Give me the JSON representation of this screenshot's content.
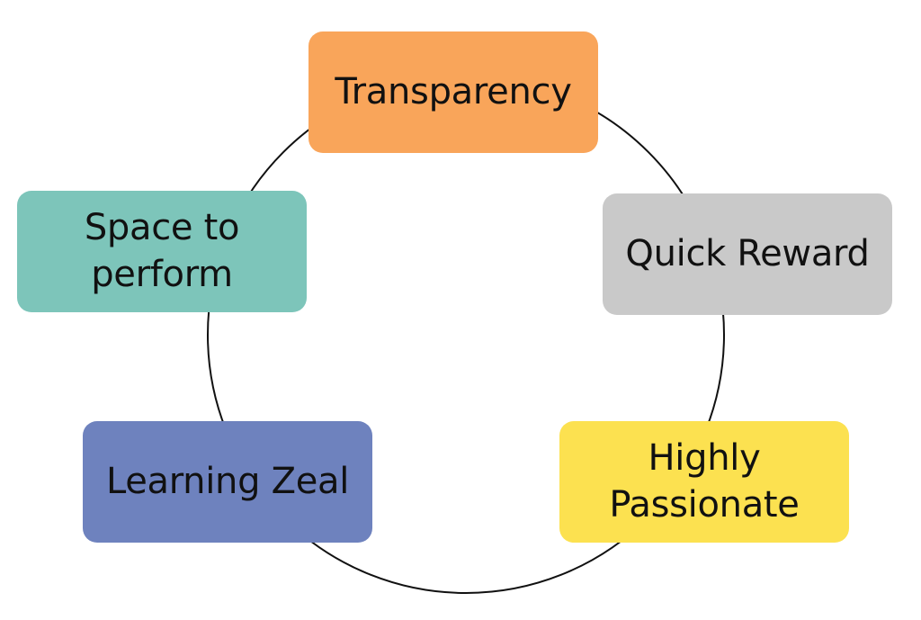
{
  "diagram": {
    "type": "cycle",
    "ring_color": "#111111",
    "nodes": [
      {
        "id": "transparency",
        "label": "Transparency",
        "color": "#F9A55A"
      },
      {
        "id": "quick-reward",
        "label": "Quick Reward",
        "color": "#C9C9C9"
      },
      {
        "id": "highly-passionate",
        "label": "Highly\nPassionate",
        "color": "#FCE150"
      },
      {
        "id": "learning-zeal",
        "label": "Learning Zeal",
        "color": "#6E82BE"
      },
      {
        "id": "space-to-perform",
        "label": "Space to\nperform",
        "color": "#7DC5BA"
      }
    ]
  }
}
